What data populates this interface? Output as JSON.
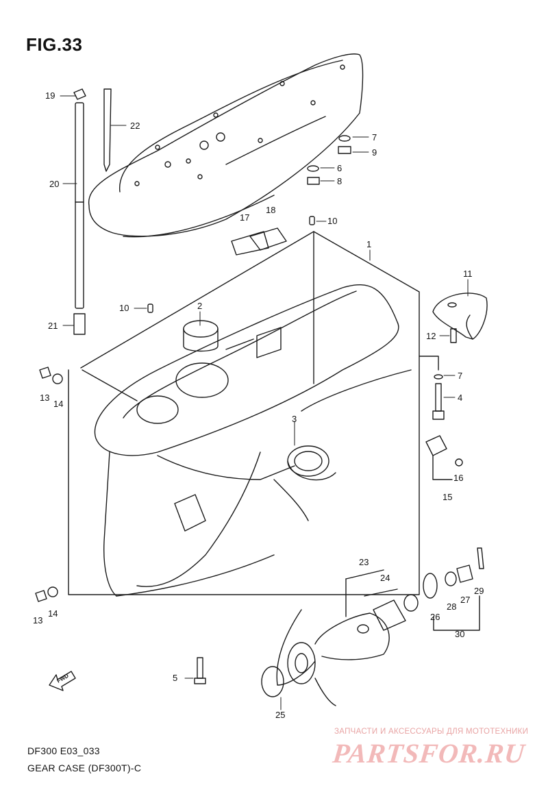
{
  "figure": {
    "title": "FIG.33"
  },
  "footer": {
    "model_code": "DF300 E03_033",
    "part_name": "GEAR CASE (DF300T)-C"
  },
  "watermark": {
    "tagline": "ЗАПЧАСТИ И АКСЕССУАРЫ ДЛЯ МОТОТЕХНИКИ",
    "logo": "PARTSFOR.RU",
    "color": "#f2b9b9"
  },
  "fwd_marker": {
    "label": "FWD"
  },
  "callouts": [
    {
      "id": "c1",
      "label": "1"
    },
    {
      "id": "c2",
      "label": "2"
    },
    {
      "id": "c3",
      "label": "3"
    },
    {
      "id": "c4",
      "label": "4"
    },
    {
      "id": "c5",
      "label": "5"
    },
    {
      "id": "c6",
      "label": "6"
    },
    {
      "id": "c7a",
      "label": "7"
    },
    {
      "id": "c7b",
      "label": "7"
    },
    {
      "id": "c8",
      "label": "8"
    },
    {
      "id": "c9",
      "label": "9"
    },
    {
      "id": "c10a",
      "label": "10"
    },
    {
      "id": "c10b",
      "label": "10"
    },
    {
      "id": "c11",
      "label": "11"
    },
    {
      "id": "c12",
      "label": "12"
    },
    {
      "id": "c13a",
      "label": "13"
    },
    {
      "id": "c13b",
      "label": "13"
    },
    {
      "id": "c14a",
      "label": "14"
    },
    {
      "id": "c14b",
      "label": "14"
    },
    {
      "id": "c15",
      "label": "15"
    },
    {
      "id": "c16",
      "label": "16"
    },
    {
      "id": "c17",
      "label": "17"
    },
    {
      "id": "c18",
      "label": "18"
    },
    {
      "id": "c19",
      "label": "19"
    },
    {
      "id": "c20",
      "label": "20"
    },
    {
      "id": "c21",
      "label": "21"
    },
    {
      "id": "c22",
      "label": "22"
    },
    {
      "id": "c23",
      "label": "23"
    },
    {
      "id": "c24",
      "label": "24"
    },
    {
      "id": "c25",
      "label": "25"
    },
    {
      "id": "c26",
      "label": "26"
    },
    {
      "id": "c27",
      "label": "27"
    },
    {
      "id": "c28",
      "label": "28"
    },
    {
      "id": "c29",
      "label": "29"
    },
    {
      "id": "c30",
      "label": "30"
    }
  ]
}
